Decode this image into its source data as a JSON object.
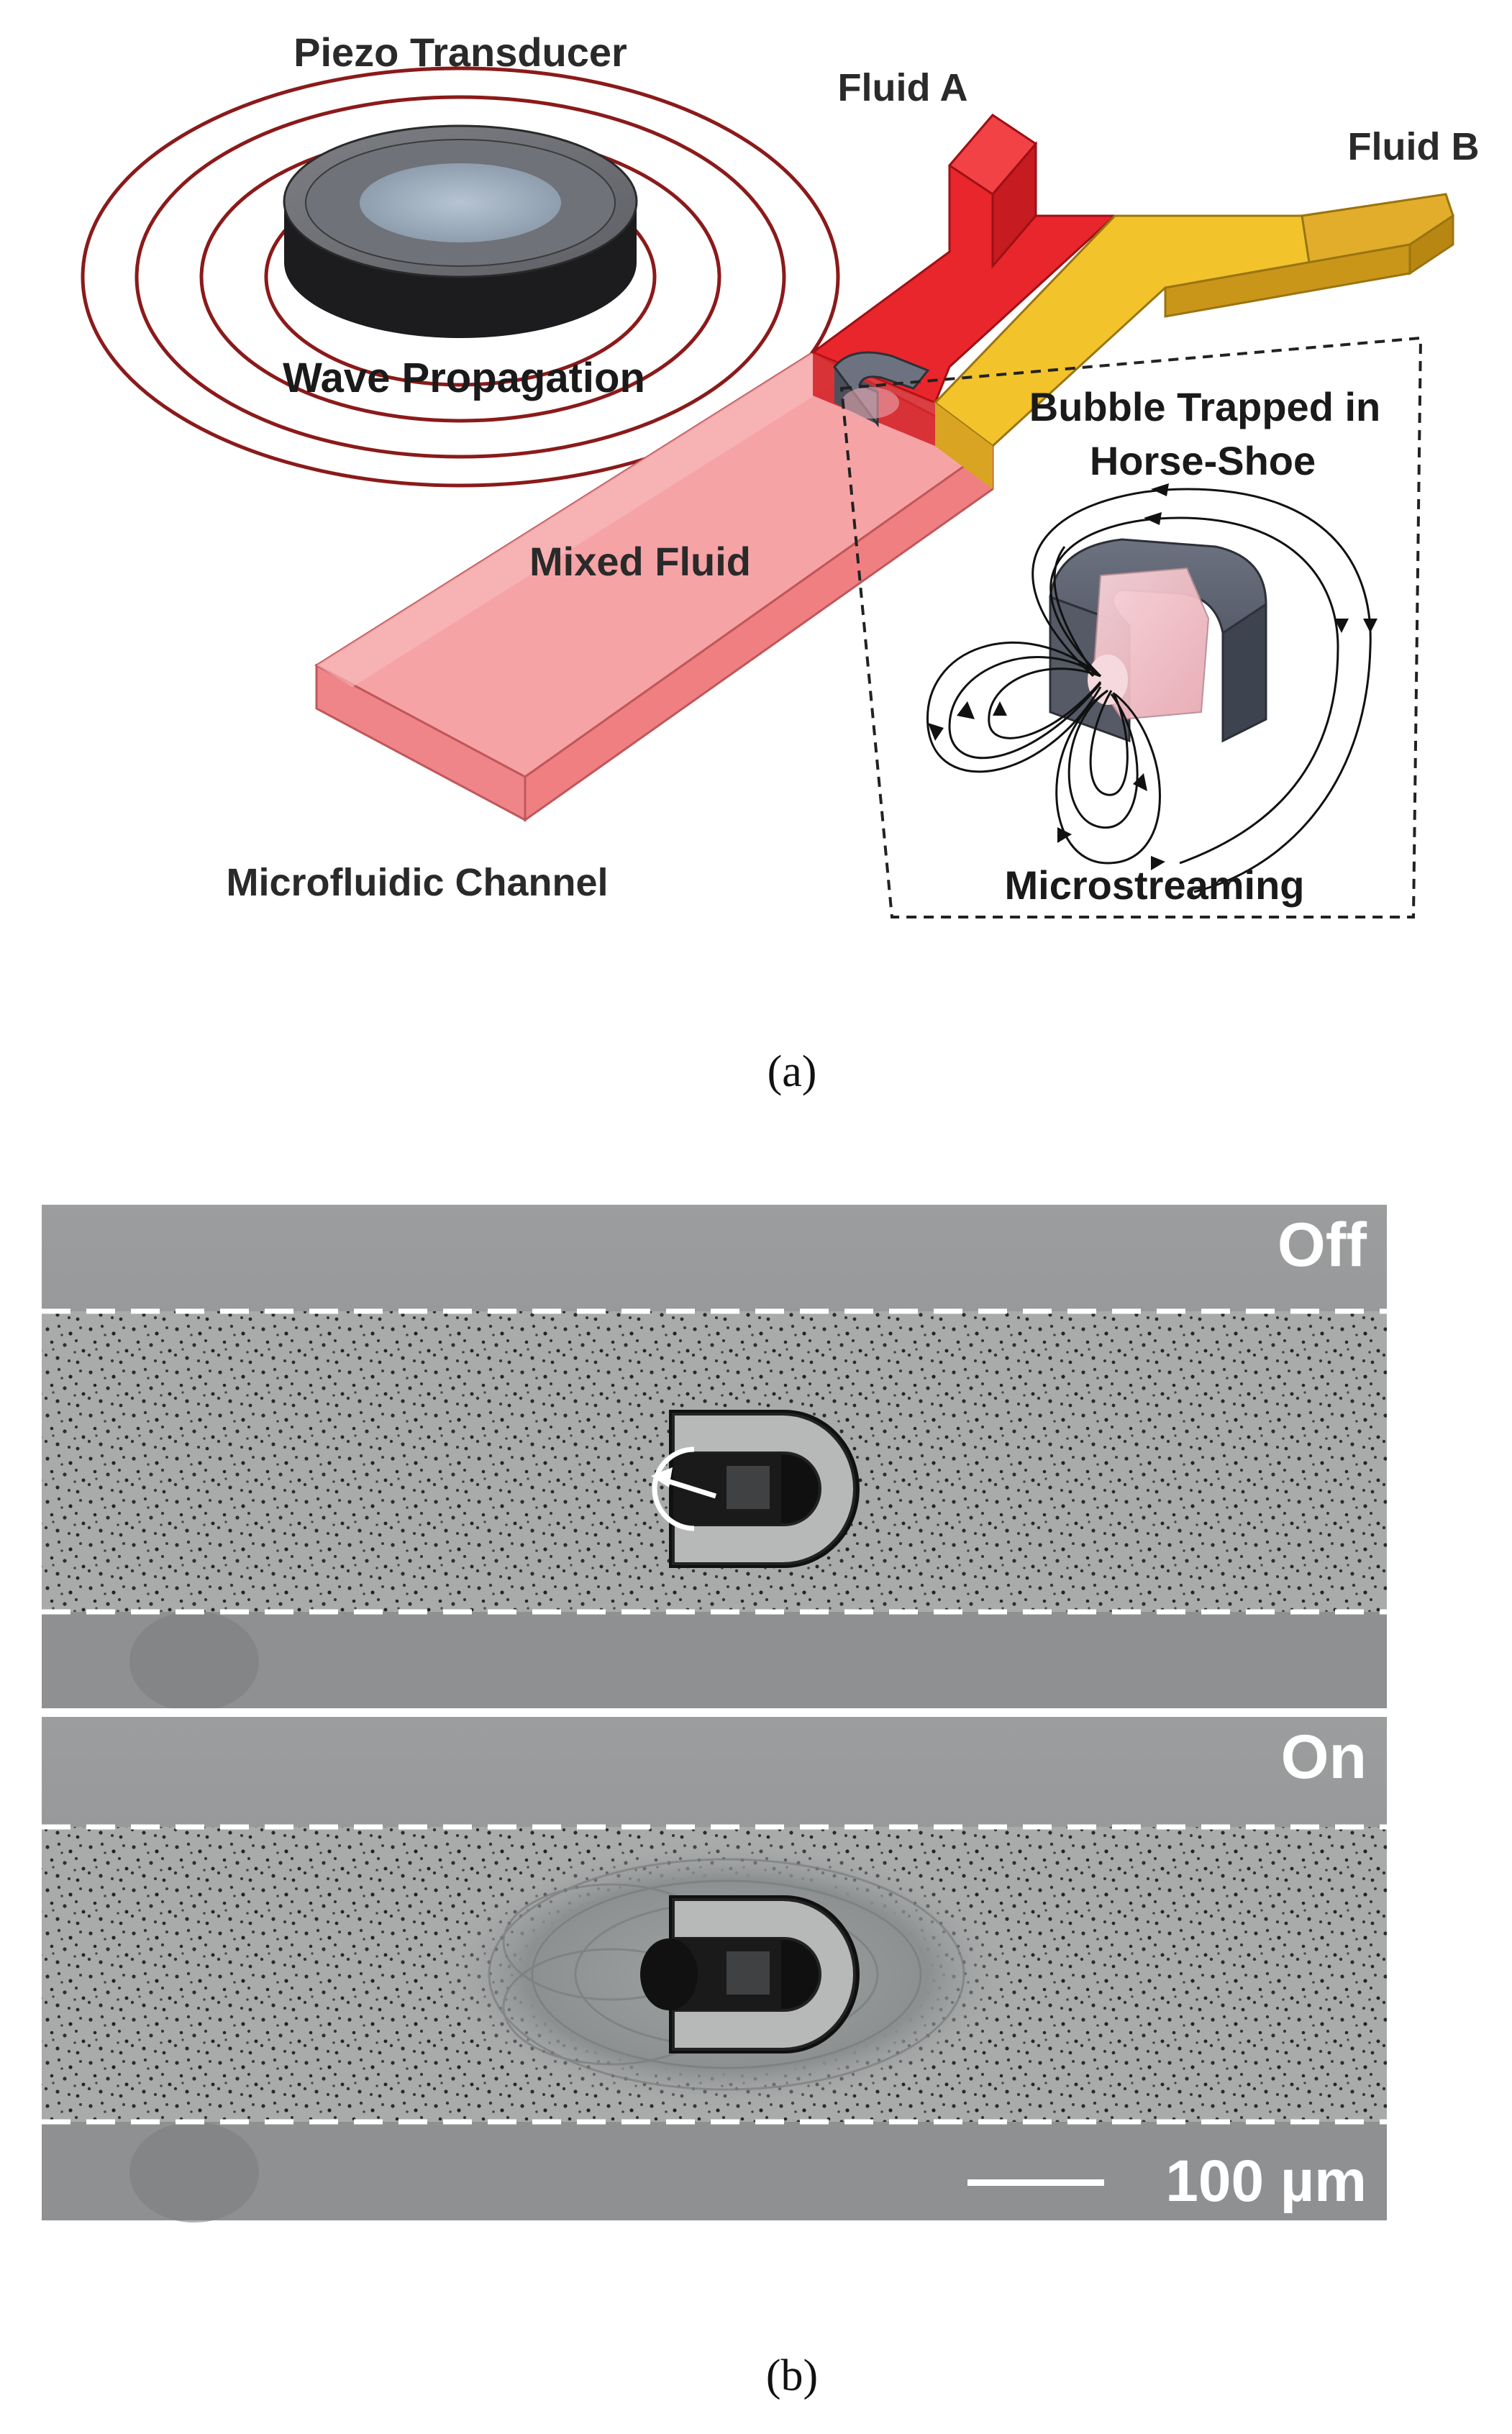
{
  "panel_a": {
    "labels": {
      "piezo": "Piezo Transducer",
      "wave": "Wave Propagation",
      "fluid_a": "Fluid A",
      "fluid_b": "Fluid B",
      "bubble_line1": "Bubble Trapped in",
      "bubble_line2": "Horse-Shoe",
      "mixed": "Mixed Fluid",
      "channel": "Microfluidic Channel",
      "microstreaming": "Microstreaming"
    },
    "caption": "(a)",
    "colors": {
      "fluid_a": "#e8262b",
      "fluid_b": "#e2ad2a",
      "mixed": "#f39a9c",
      "wave_rings": "#8b1a1a",
      "transducer": "#2b2b2b",
      "horseshoe": "#555a66"
    }
  },
  "panel_b": {
    "off_label": "Off",
    "on_label": "On",
    "scale_label": "100 µm",
    "caption": "(b)"
  }
}
